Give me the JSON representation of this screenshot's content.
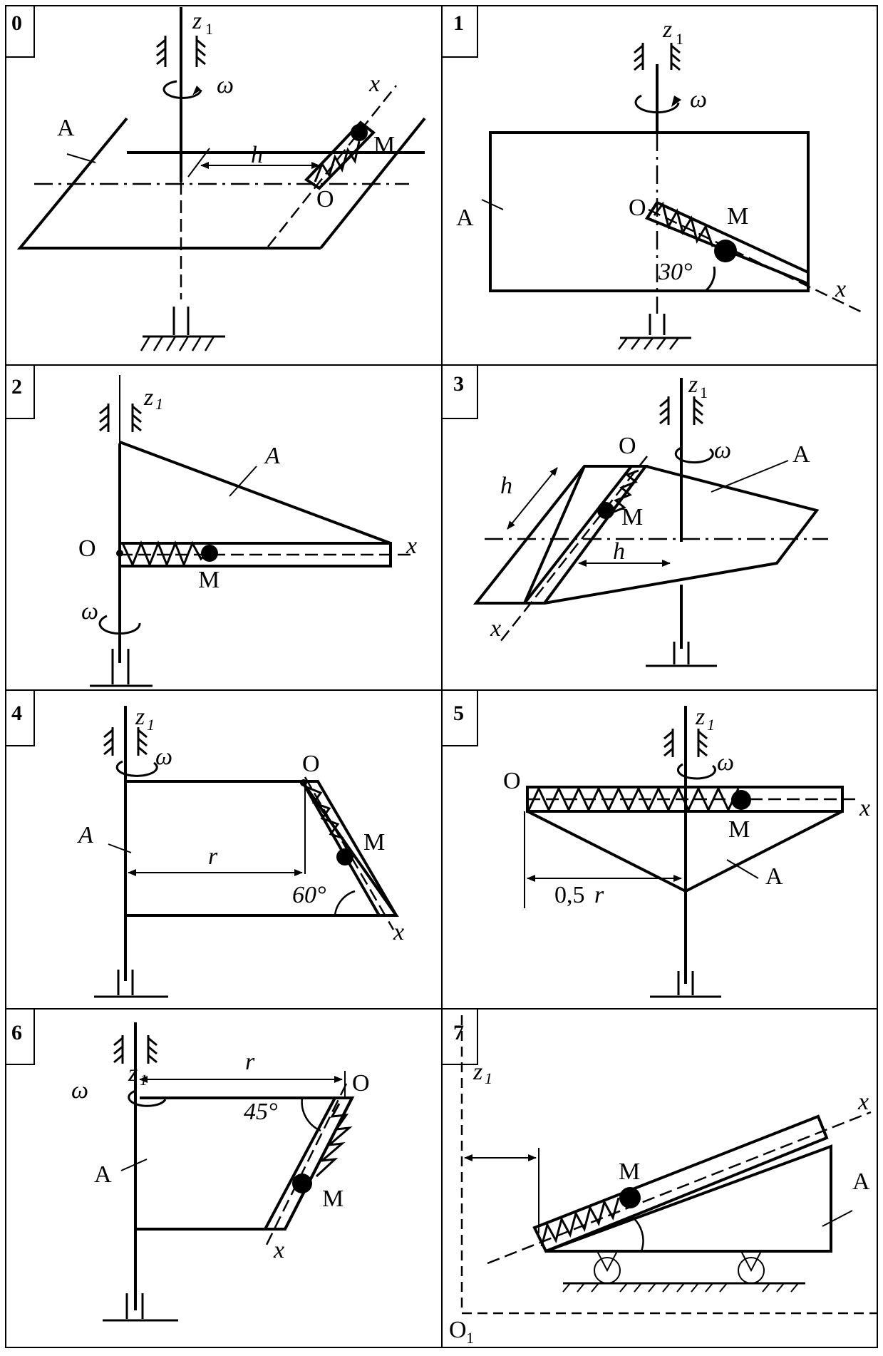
{
  "cells": [
    {
      "id": "0",
      "labels": {
        "z": "z",
        "z_sub": "1",
        "omega": "ω",
        "x": "x",
        "A": "A",
        "M": "M",
        "O": "O",
        "h": "h"
      }
    },
    {
      "id": "1",
      "labels": {
        "z": "z",
        "z_sub": "1",
        "omega": "ω",
        "x": "x",
        "A": "A",
        "M": "M",
        "O": "O",
        "angle": "30°"
      }
    },
    {
      "id": "2",
      "labels": {
        "z": "z",
        "z_sub": "1",
        "omega": "ω",
        "x": "x",
        "A": "A",
        "M": "M",
        "O": "O"
      }
    },
    {
      "id": "3",
      "labels": {
        "z": "z",
        "z_sub": "1",
        "omega": "ω",
        "x": "x",
        "A": "A",
        "M": "M",
        "O": "O",
        "h1": "h",
        "h2": "h"
      }
    },
    {
      "id": "4",
      "labels": {
        "z": "z",
        "z_sub": "1",
        "omega": "ω",
        "x": "x",
        "A": "A",
        "M": "M",
        "O": "O",
        "r": "r",
        "angle": "60°"
      }
    },
    {
      "id": "5",
      "labels": {
        "z": "z",
        "z_sub": "1",
        "omega": "ω",
        "x": "x",
        "A": "A",
        "M": "M",
        "O": "O",
        "r_coef": "0,5",
        "r": "r"
      }
    },
    {
      "id": "6",
      "labels": {
        "z": "z",
        "z_sub": "1",
        "omega": "ω",
        "x": "x",
        "A": "A",
        "M": "M",
        "O": "O",
        "r": "r",
        "angle": "45°"
      }
    },
    {
      "id": "7",
      "labels": {
        "z": "z",
        "z_sub": "1",
        "x": "x",
        "A": "A",
        "M": "M",
        "O": "O",
        "O_sub": "1"
      }
    }
  ]
}
